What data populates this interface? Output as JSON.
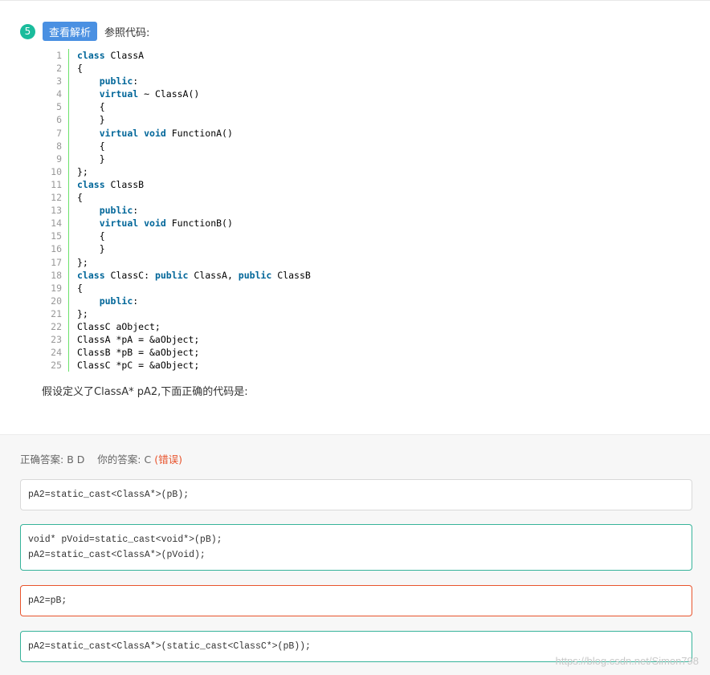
{
  "question": {
    "number": "5",
    "analysis_button": "查看解析",
    "ref_label": "参照代码:",
    "text": "假设定义了ClassA* pA2,下面正确的代码是:"
  },
  "code_lines": [
    [
      {
        "t": "class",
        "kw": true
      },
      {
        "t": " ClassA"
      }
    ],
    [
      {
        "t": "{"
      }
    ],
    [
      {
        "t": "    "
      },
      {
        "t": "public",
        "kw": true
      },
      {
        "t": ":"
      }
    ],
    [
      {
        "t": "    "
      },
      {
        "t": "virtual",
        "kw": true
      },
      {
        "t": " ~ ClassA()"
      }
    ],
    [
      {
        "t": "    {"
      }
    ],
    [
      {
        "t": "    }"
      }
    ],
    [
      {
        "t": "    "
      },
      {
        "t": "virtual",
        "kw": true
      },
      {
        "t": " "
      },
      {
        "t": "void",
        "kw": true
      },
      {
        "t": " FunctionA()"
      }
    ],
    [
      {
        "t": "    {"
      }
    ],
    [
      {
        "t": "    }"
      }
    ],
    [
      {
        "t": "};"
      }
    ],
    [
      {
        "t": "class",
        "kw": true
      },
      {
        "t": " ClassB"
      }
    ],
    [
      {
        "t": "{"
      }
    ],
    [
      {
        "t": "    "
      },
      {
        "t": "public",
        "kw": true
      },
      {
        "t": ":"
      }
    ],
    [
      {
        "t": "    "
      },
      {
        "t": "virtual",
        "kw": true
      },
      {
        "t": " "
      },
      {
        "t": "void",
        "kw": true
      },
      {
        "t": " FunctionB()"
      }
    ],
    [
      {
        "t": "    {"
      }
    ],
    [
      {
        "t": "    }"
      }
    ],
    [
      {
        "t": "};"
      }
    ],
    [
      {
        "t": "class",
        "kw": true
      },
      {
        "t": " ClassC: "
      },
      {
        "t": "public",
        "kw": true
      },
      {
        "t": " ClassA, "
      },
      {
        "t": "public",
        "kw": true
      },
      {
        "t": " ClassB"
      }
    ],
    [
      {
        "t": "{"
      }
    ],
    [
      {
        "t": "    "
      },
      {
        "t": "public",
        "kw": true
      },
      {
        "t": ":"
      }
    ],
    [
      {
        "t": "};"
      }
    ],
    [
      {
        "t": "ClassC aObject;"
      }
    ],
    [
      {
        "t": "ClassA *pA = &aObject;"
      }
    ],
    [
      {
        "t": "ClassB *pB = &aObject;"
      }
    ],
    [
      {
        "t": "ClassC *pC = &aObject;"
      }
    ]
  ],
  "answer": {
    "correct_label": "正确答案:",
    "correct_value": "B D",
    "your_label": "你的答案:",
    "your_value": "C",
    "status": "(错误)"
  },
  "options": [
    {
      "state": "neutral",
      "lines": [
        "pA2=static_cast<ClassA*>(pB);"
      ]
    },
    {
      "state": "correct",
      "lines": [
        "void* pVoid=static_cast<void*>(pB);",
        "pA2=static_cast<ClassA*>(pVoid);"
      ]
    },
    {
      "state": "incorrect",
      "lines": [
        "pA2=pB;"
      ]
    },
    {
      "state": "correct",
      "lines": [
        "pA2=static_cast<ClassA*>(static_cast<ClassC*>(pB));"
      ]
    }
  ],
  "watermark": "https://blog.csdn.net/Simon798",
  "colors": {
    "accent_teal": "#1abc9c",
    "button_blue": "#4a90e2",
    "keyword": "#006699",
    "wrong_red": "#e8542d",
    "correct_border": "#36b39a"
  }
}
